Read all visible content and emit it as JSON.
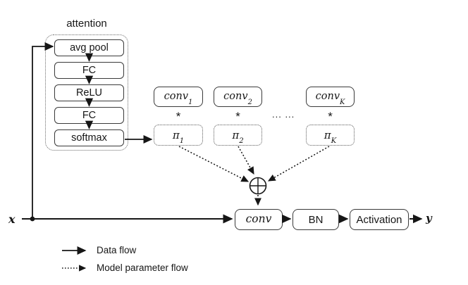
{
  "diagram": {
    "title_hint": "dynamic convolution block diagram",
    "colors": {
      "ink": "#161616",
      "box_border": "#3a3a3a"
    },
    "attention": {
      "label": "attention",
      "blocks": [
        {
          "label": "avg pool"
        },
        {
          "label": "FC"
        },
        {
          "label": "ReLU"
        },
        {
          "label": "FC"
        },
        {
          "label": "softmax"
        }
      ]
    },
    "experts": {
      "convs": [
        {
          "base": "conv",
          "sub": "1"
        },
        {
          "base": "conv",
          "sub": "2"
        },
        {
          "base": "conv",
          "sub": "K"
        }
      ],
      "multiply_symbol": "*",
      "ellipsis": "... ...",
      "weights": [
        {
          "base": "π",
          "sub": "1"
        },
        {
          "base": "π",
          "sub": "2"
        },
        {
          "base": "π",
          "sub": "K"
        }
      ]
    },
    "aggregate_symbol": "⊕",
    "pipeline": {
      "conv": "conv",
      "bn": "BN",
      "activation": "Activation"
    },
    "input_label": "x",
    "output_label": "y",
    "legend": {
      "data_flow": "Data flow",
      "param_flow": "Model parameter flow"
    }
  }
}
